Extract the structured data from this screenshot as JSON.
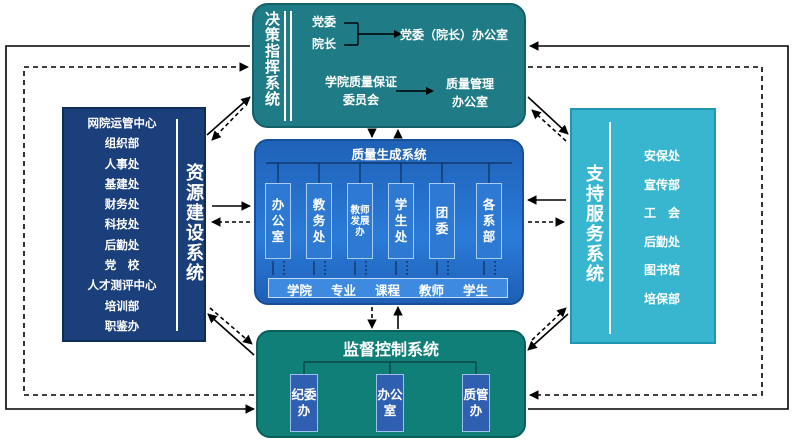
{
  "decision": {
    "title": "决策指挥系统",
    "party_committee": "党委",
    "president": "院长",
    "party_office": "党委（院长）办公室",
    "quality_committee_line1": "学院质量保证",
    "quality_committee_line2": "委员会",
    "quality_office_line1": "质量管理",
    "quality_office_line2": "办公室"
  },
  "resource": {
    "title": "资源建设系统",
    "items": [
      "网院运管中心",
      "组织部",
      "人事处",
      "基建处",
      "财务处",
      "科技处",
      "后勤处",
      "党　校",
      "人才测评中心",
      "培训部",
      "职鉴办"
    ]
  },
  "support": {
    "title": "支持服务系统",
    "items": [
      "安保处",
      "宣传部",
      "工　会",
      "后勤处",
      "图书馆",
      "培保部"
    ]
  },
  "quality": {
    "title": "质量生成系统",
    "offices": [
      "办公室",
      "教务处",
      "教师发展办",
      "学生处",
      "团委",
      "各系部"
    ],
    "bottom_items": [
      "学院",
      "专业",
      "课程",
      "教师",
      "学生"
    ]
  },
  "supervise": {
    "title": "监督控制系统",
    "units": [
      "纪委办",
      "办公室",
      "质管办"
    ]
  },
  "colors": {
    "decision_bg": "#1f7b86",
    "resource_bg": "#1b3f7a",
    "support_bg": "#38b6cf",
    "quality_bg": "#2a7bd9",
    "supervise_bg": "#0f7f78"
  }
}
